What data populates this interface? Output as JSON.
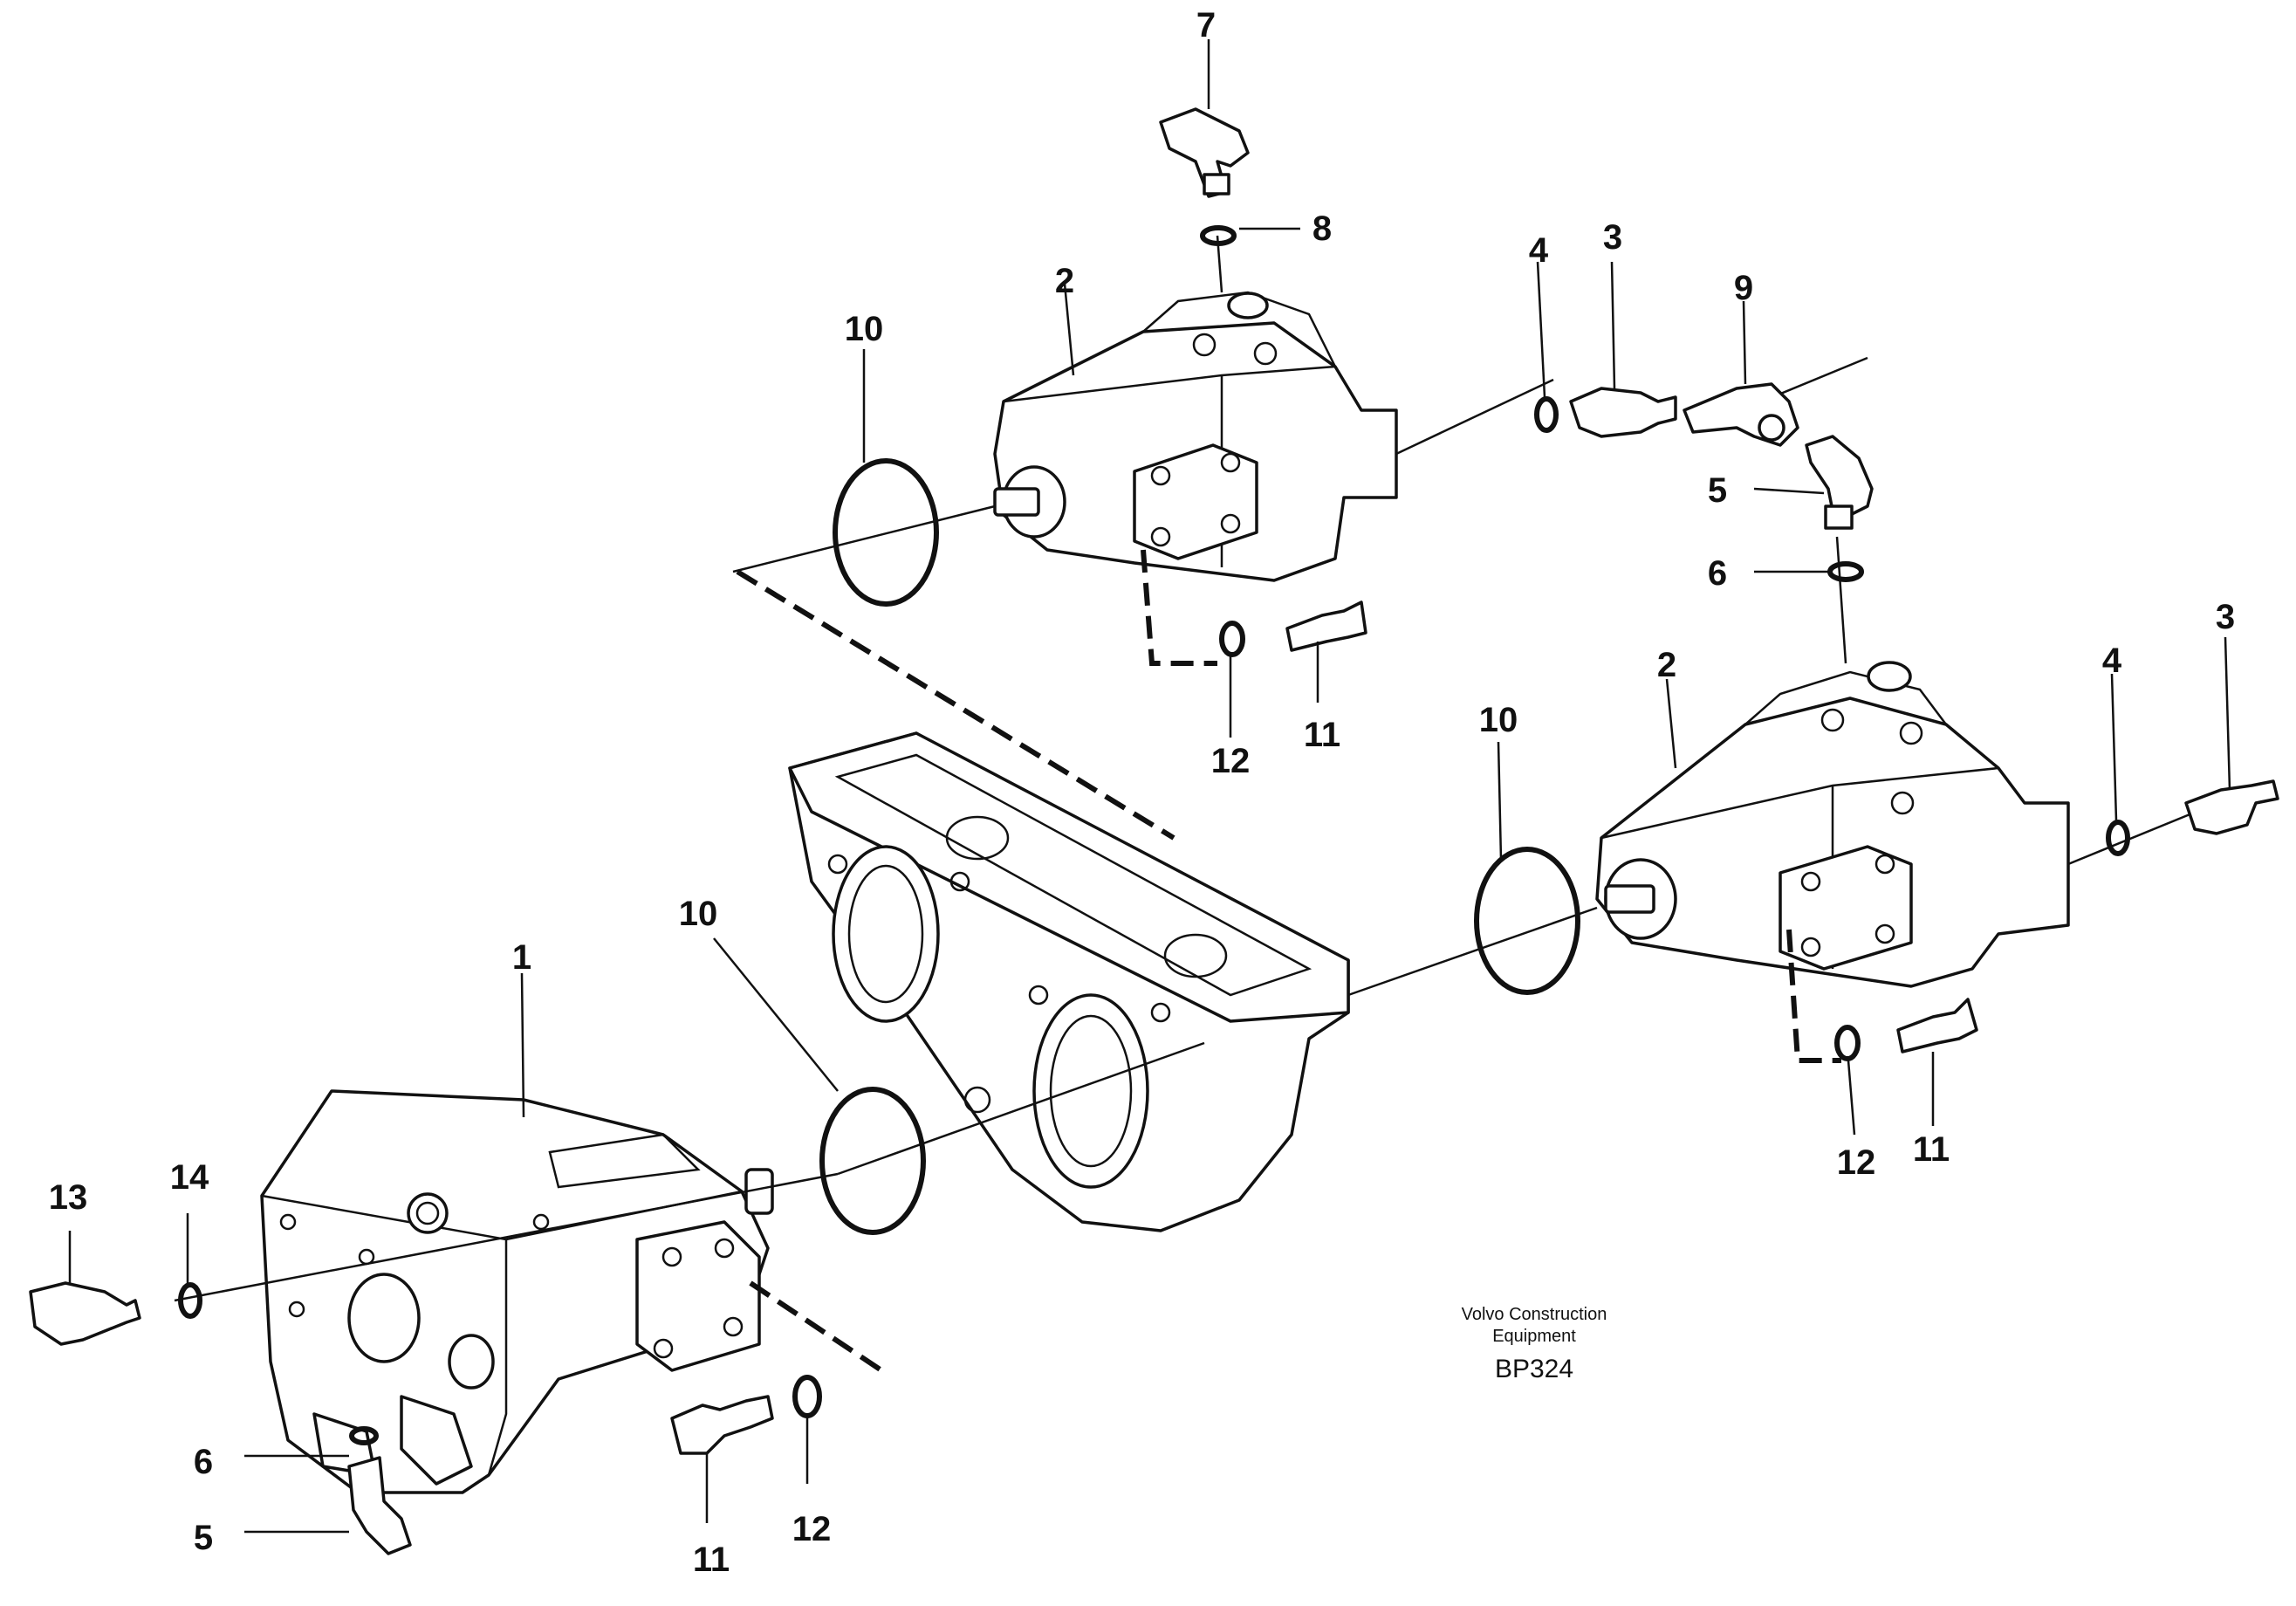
{
  "credit": {
    "line1": "Volvo Construction",
    "line2": "Equipment",
    "code": "BP324"
  },
  "callouts": {
    "c1": "1",
    "c2a": "2",
    "c2b": "2",
    "c3a": "3",
    "c3b": "3",
    "c4a": "4",
    "c4b": "4",
    "c5a": "5",
    "c5b": "5",
    "c6a": "6",
    "c6b": "6",
    "c7": "7",
    "c8": "8",
    "c9": "9",
    "c10a": "10",
    "c10b": "10",
    "c10c": "10",
    "c11a": "11",
    "c11b": "11",
    "c11c": "11",
    "c12a": "12",
    "c12b": "12",
    "c12c": "12",
    "c13": "13",
    "c14": "14"
  }
}
